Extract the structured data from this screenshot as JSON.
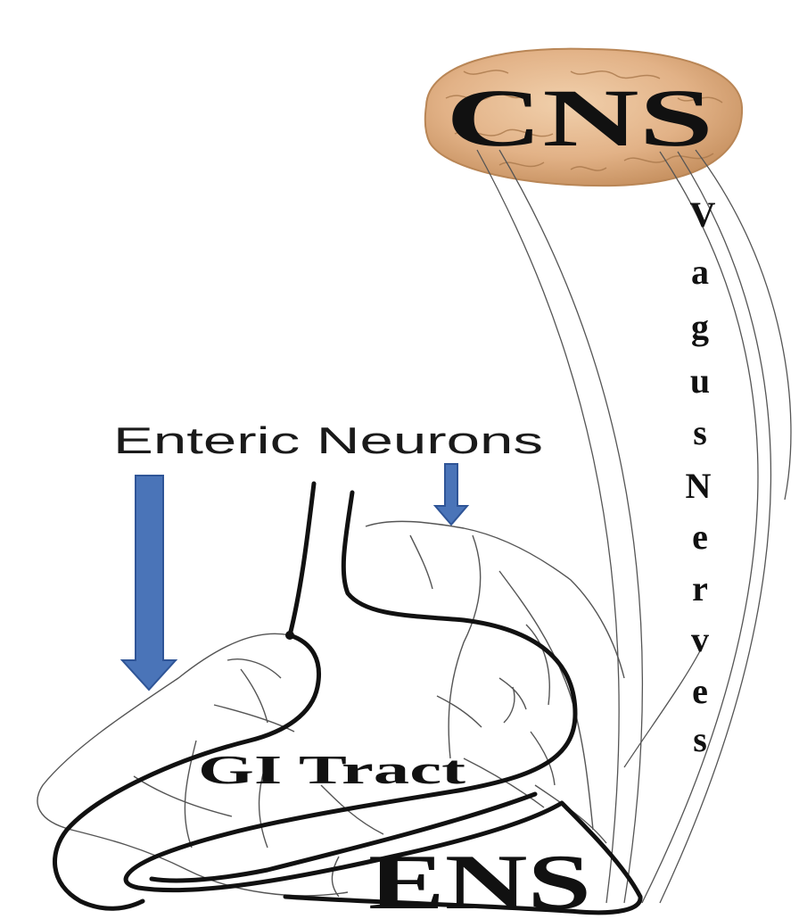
{
  "labels": {
    "cns": "CNS",
    "enteric_neurons": "Enteric Neurons",
    "gi_tract": "GI Tract",
    "ens": "ENS"
  },
  "vagus_letters": [
    "V",
    "a",
    "g",
    "u",
    "s",
    "N",
    "e",
    "r",
    "v",
    "e",
    "s"
  ],
  "colors": {
    "arrow_fill": "#4a74b8",
    "arrow_edge": "#2f5597",
    "brain_fill": "#e3b58a",
    "brain_edge": "#b98656",
    "outline": "#111111",
    "nerve": "#555555"
  }
}
